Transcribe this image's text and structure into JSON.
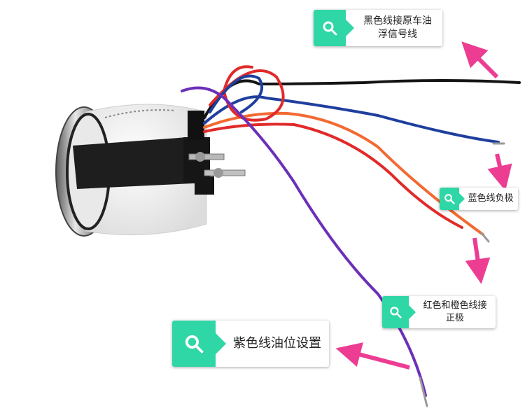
{
  "image": {
    "subject": "fuel gauge wiring",
    "background": "#ffffff"
  },
  "callouts": {
    "black_wire": {
      "lines": [
        "黑色线接原车油",
        "浮信号线"
      ],
      "icon": "search-icon"
    },
    "blue_wire": {
      "text": "蓝色线负极",
      "icon": "search-icon"
    },
    "red_orange_wire": {
      "lines": [
        "红色和橙色线接",
        "正极"
      ],
      "icon": "search-icon"
    },
    "purple_wire": {
      "text": "紫色线油位设置",
      "icon": "search-icon"
    }
  },
  "colors": {
    "tag_green": "#2fd6a6",
    "arrow_pink": "#ec3d93",
    "wire_black": "#141414",
    "wire_blue": "#1f3f9e",
    "wire_red": "#e12a2a",
    "wire_orange": "#f26a32",
    "wire_purple": "#6b2fb8"
  }
}
